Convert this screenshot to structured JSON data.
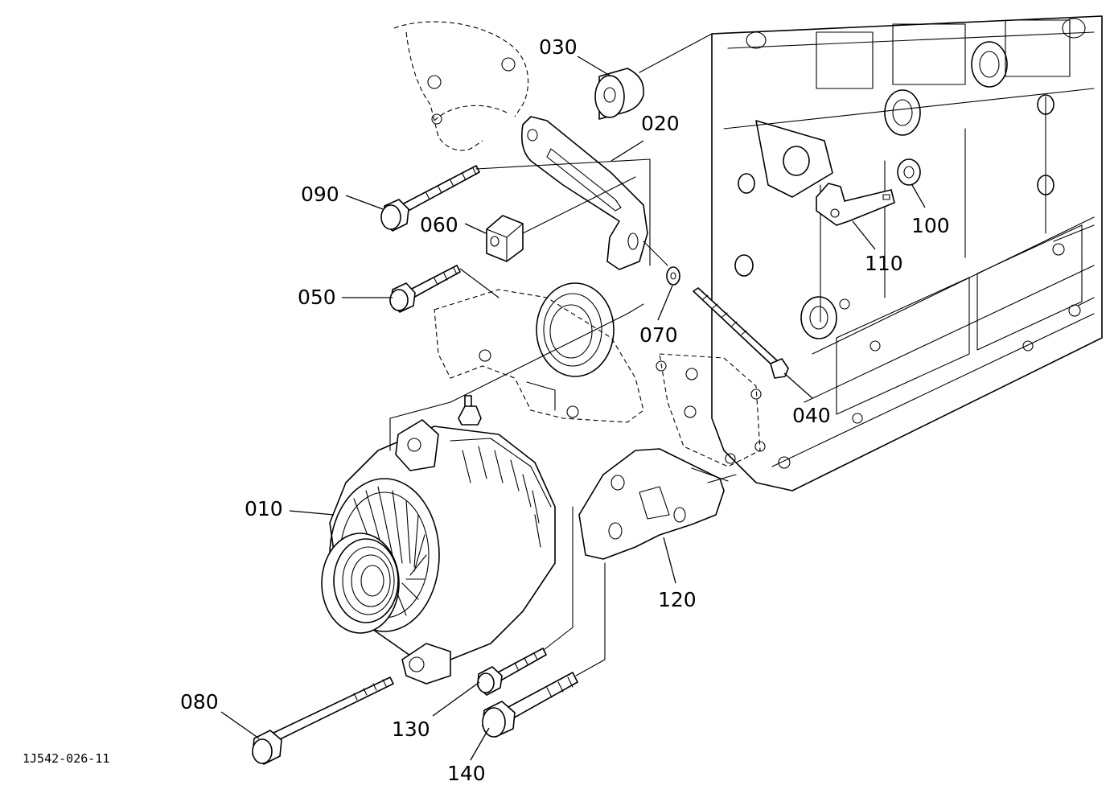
{
  "diagram": {
    "document_id": "1J542-026-11",
    "callouts": {
      "p010": "010",
      "p020": "020",
      "p030": "030",
      "p040": "040",
      "p050": "050",
      "p060": "060",
      "p070": "070",
      "p080": "080",
      "p090": "090",
      "p100": "100",
      "p110": "110",
      "p120": "120",
      "p130": "130",
      "p140": "140"
    }
  }
}
